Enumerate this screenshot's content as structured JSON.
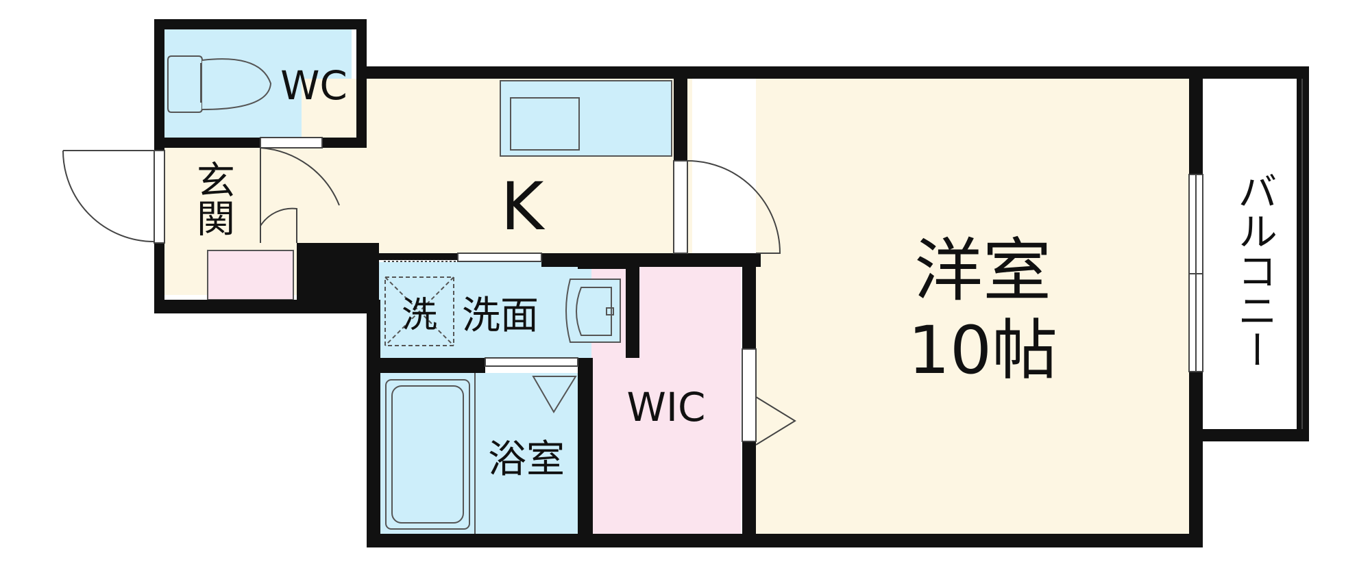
{
  "rooms": {
    "wc": "WC",
    "genkan": "玄関",
    "kitchen": "K",
    "senmen_small": "洗",
    "senmen": "洗面",
    "yokushitsu": "浴室",
    "wic": "WIC",
    "youshitsu_line1": "洋室",
    "youshitsu_line2": "10帖",
    "balcony": "バルコニー"
  },
  "colors": {
    "wall": "#111111",
    "floor_beige": "#fdf6e3",
    "wet_blue": "#cdeefa",
    "closet_pink": "#fbe4ee",
    "fixture_outline": "#555555"
  }
}
